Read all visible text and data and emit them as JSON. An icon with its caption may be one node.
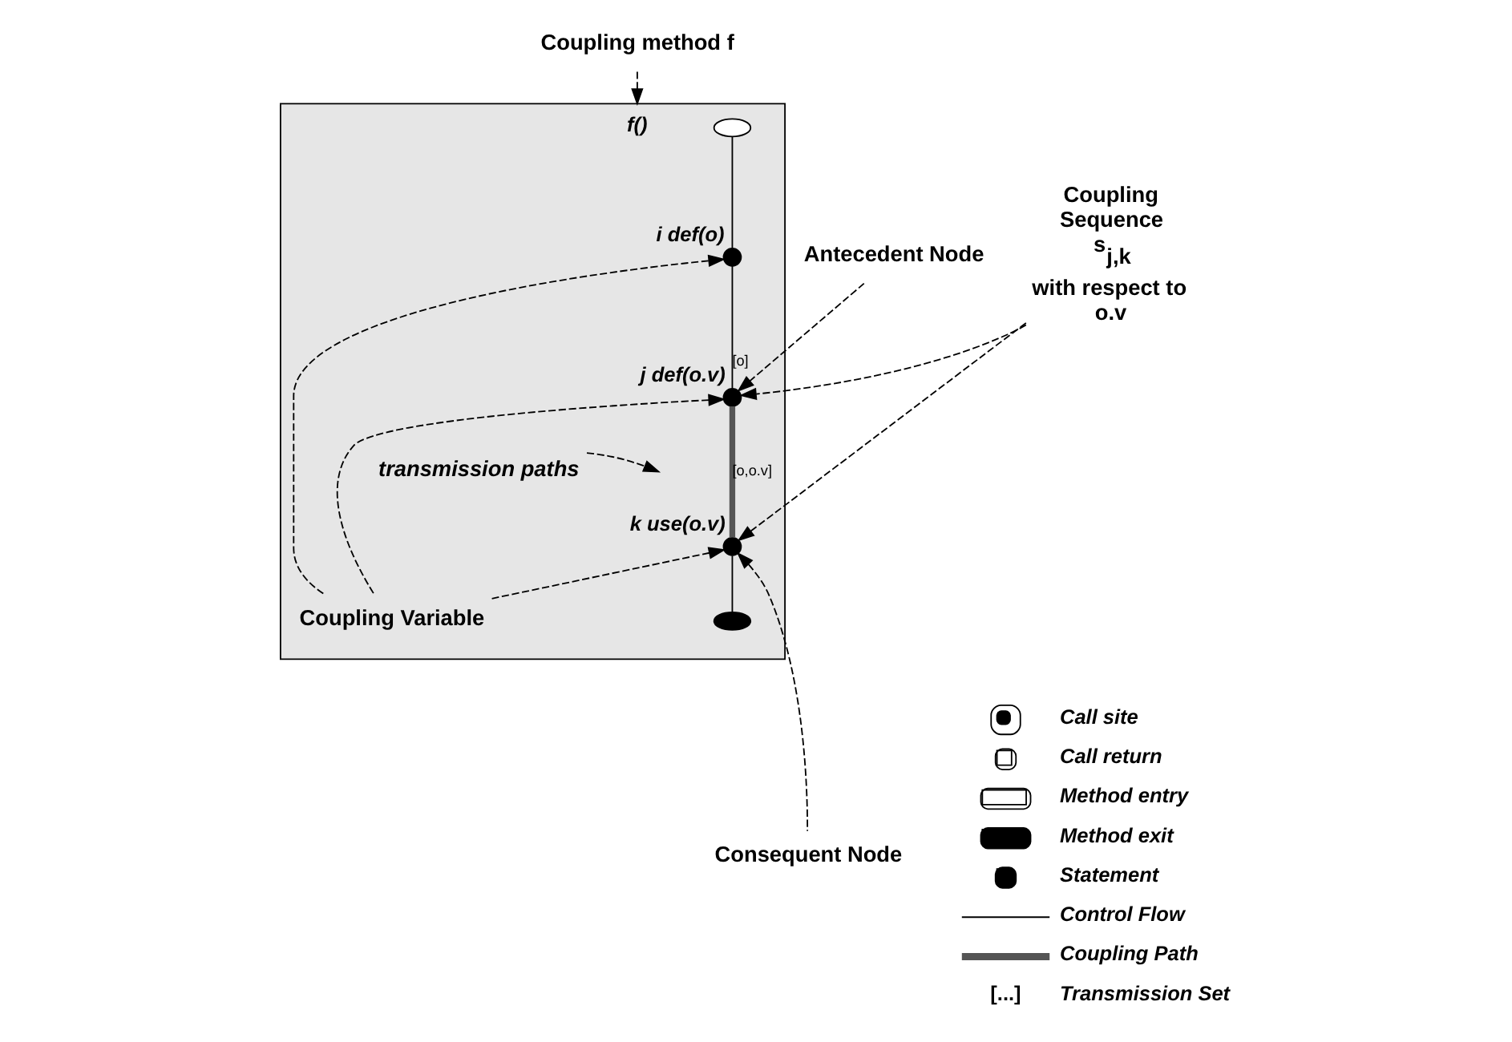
{
  "diagram": {
    "nodes": [
      {
        "text": [
          "Coupling method f"
        ]
      },
      {
        "text": [],
        "shape": "box"
      },
      {
        "text": [],
        "shape": "ellipse",
        "beside": [
          "f()"
        ],
        "in": 1
      },
      {
        "text": [],
        "shape": "circle",
        "beside": [
          "i def(o)"
        ],
        "in": 1
      },
      {
        "text": [],
        "shape": "circle",
        "beside": [
          "j def(o.v)"
        ],
        "in": 1
      },
      {
        "text": [],
        "shape": "circle",
        "beside": [
          "k use(o.v)"
        ],
        "in": 1
      },
      {
        "text": [],
        "shape": "ellipse",
        "in": 1
      },
      {
        "text": [
          "transmission paths"
        ],
        "in": 1
      },
      {
        "text": [
          "Coupling Variable"
        ],
        "in": 1
      },
      {
        "text": [
          "Antecedent Node"
        ]
      },
      {
        "text": [
          "Coupling Sequence s$_{j,k}$ with respect to o.v"
        ]
      },
      {
        "text": [
          "Consequent Node"
        ]
      }
    ],
    "edges": [
      {
        "from": 0,
        "to": 1,
        "arrow": "to",
        "style": "dashed"
      },
      {
        "from": 2,
        "to": 3,
        "arrow": "none"
      },
      {
        "from": 3,
        "to": 4,
        "arrow": "none",
        "label": "[o]"
      },
      {
        "from": 4,
        "to": 5,
        "arrow": "none",
        "label": "[o,o.v]",
        "style": "thick",
        "color": "#555555"
      },
      {
        "from": 5,
        "to": 6,
        "arrow": "none"
      },
      {
        "from": 9,
        "to": 4,
        "arrow": "to",
        "style": "dashed"
      },
      {
        "from": 10,
        "to": 4,
        "arrow": "to",
        "style": "dashed"
      },
      {
        "from": 10,
        "to": 5,
        "arrow": "to",
        "style": "dashed"
      },
      {
        "from": 11,
        "to": 5,
        "arrow": "to",
        "style": "dashed"
      },
      {
        "from": 7,
        "to": null,
        "arrow": "to",
        "style": "dashed"
      },
      {
        "from": 8,
        "to": 3,
        "arrow": "to",
        "style": "dashed"
      },
      {
        "from": 8,
        "to": 4,
        "arrow": "to",
        "style": "dashed"
      },
      {
        "from": 8,
        "to": 5,
        "arrow": "to",
        "style": "dashed"
      }
    ],
    "labels": [
      "[...]"
    ],
    "legend": [
      {
        "text": "Call site"
      },
      {
        "text": "Call return"
      },
      {
        "text": "Method entry"
      },
      {
        "text": "Method exit"
      },
      {
        "text": "Statement"
      },
      {
        "text": "Control Flow"
      },
      {
        "text": "Coupling Path"
      },
      {
        "text": "Transmission Set"
      }
    ]
  }
}
